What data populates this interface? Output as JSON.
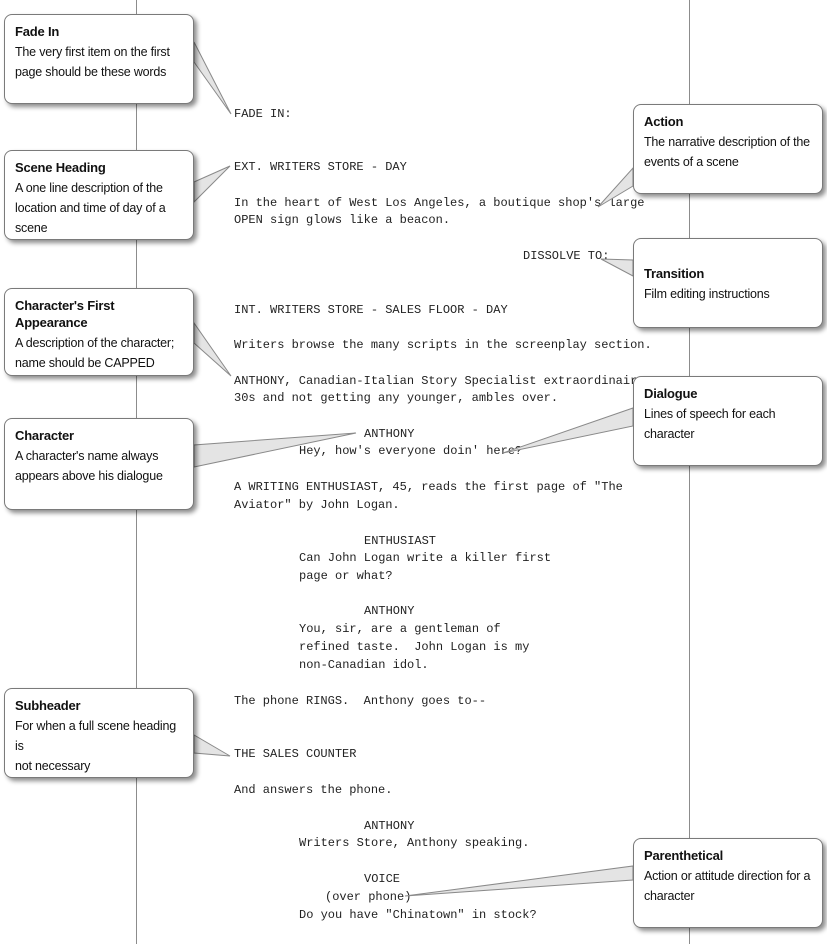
{
  "colors": {
    "page_border": "#8c8c8c",
    "callout_border": "#7a7a7a",
    "text": "#222222",
    "leader": "#8a8a8a"
  },
  "script": {
    "fade_in": "FADE IN:",
    "scene1": "EXT. WRITERS STORE - DAY",
    "action1": [
      "In the heart of West Los Angeles, a boutique shop's large",
      "OPEN sign glows like a beacon."
    ],
    "transition": "DISSOLVE TO:",
    "scene2": "INT. WRITERS STORE - SALES FLOOR - DAY",
    "action2": "Writers browse the many scripts in the screenplay section.",
    "action3": [
      "ANTHONY, Canadian-Italian Story Specialist extraordinaire,",
      "30s and not getting any younger, ambles over."
    ],
    "char1": "ANTHONY",
    "dial1": "Hey, how's everyone doin' here?",
    "action4": [
      "A WRITING ENTHUSIAST, 45, reads the first page of \"The",
      "Aviator\" by John Logan."
    ],
    "char2": "ENTHUSIAST",
    "dial2": [
      "Can John Logan write a killer first",
      "page or what?"
    ],
    "char3": "ANTHONY",
    "dial3": [
      "You, sir, are a gentleman of",
      "refined taste.  John Logan is my",
      "non-Canadian idol."
    ],
    "action5": "The phone RINGS.  Anthony goes to--",
    "subheader": "THE SALES COUNTER",
    "action6": "And answers the phone.",
    "char4": "ANTHONY",
    "dial4": "Writers Store, Anthony speaking.",
    "char5": "VOICE",
    "paren": "(over phone)",
    "dial5": "Do you have \"Chinatown\" in stock?"
  },
  "callouts": [
    {
      "title": "Fade In",
      "desc": [
        "The very first item on the first",
        "page should be these words"
      ]
    },
    {
      "title": "Scene Heading",
      "desc": [
        "A one line description of the",
        "location and time of day of a scene"
      ]
    },
    {
      "title": "Character's First Appearance",
      "desc": [
        "A description of the character;",
        "name should be CAPPED"
      ]
    },
    {
      "title": "Character",
      "desc": [
        "A character's name always",
        "appears above his dialogue"
      ]
    },
    {
      "title": "Subheader",
      "desc": [
        "For when a full scene heading is",
        "not necessary"
      ]
    },
    {
      "title": "Action",
      "desc": [
        "The narrative description of the",
        "events of a scene"
      ]
    },
    {
      "title": "Transition",
      "desc": [
        "Film editing instructions"
      ]
    },
    {
      "title": "Dialogue",
      "desc": [
        "Lines of speech for each",
        "character"
      ]
    },
    {
      "title": "Parenthetical",
      "desc": [
        "Action or attitude direction for a",
        "character"
      ]
    }
  ]
}
